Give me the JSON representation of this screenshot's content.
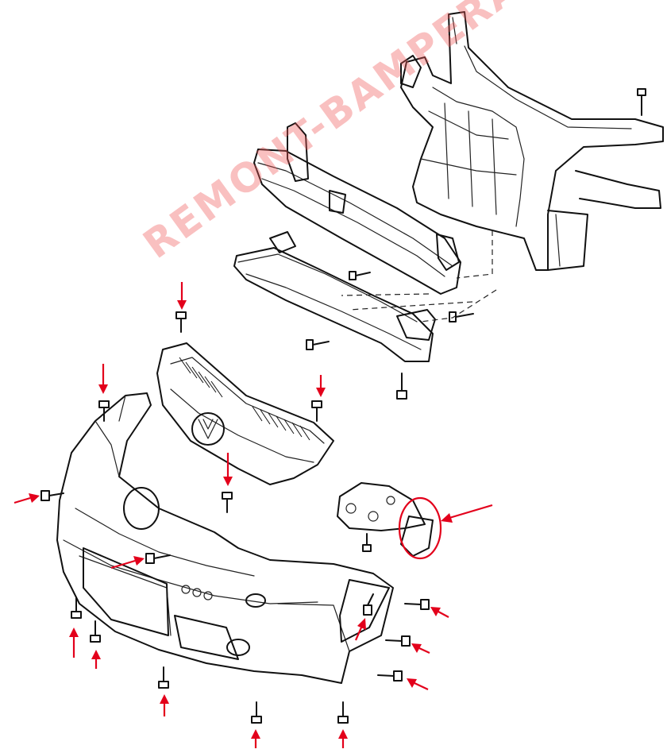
{
  "watermark": {
    "text": "REMONT-BAMPERA.COM"
  },
  "colors": {
    "arrow": "#e3001b",
    "line_art": "#111111",
    "watermark": "#f05a5a",
    "background": "#ffffff"
  },
  "fasteners": [
    {
      "id": "bolt-frame-top-right",
      "part": "bolt"
    },
    {
      "id": "bolt-absorber-left",
      "part": "bolt"
    },
    {
      "id": "bolt-absorber-right",
      "part": "bolt"
    },
    {
      "id": "bolt-absorber-lower",
      "part": "bolt"
    },
    {
      "id": "bolt-absorber-bottom",
      "part": "bolt"
    },
    {
      "id": "screw-grille-top",
      "part": "screw"
    },
    {
      "id": "screw-bumper-top-left",
      "part": "screw"
    },
    {
      "id": "screw-grille-right",
      "part": "screw"
    },
    {
      "id": "screw-grille-center",
      "part": "screw"
    },
    {
      "id": "screw-bumper-side-left",
      "part": "screw"
    },
    {
      "id": "screw-bumper-inner",
      "part": "screw"
    },
    {
      "id": "screw-bumper-bottom-1",
      "part": "screw"
    },
    {
      "id": "screw-bumper-bottom-2",
      "part": "screw"
    },
    {
      "id": "screw-bumper-bottom-3",
      "part": "screw"
    },
    {
      "id": "screw-bumper-bottom-4",
      "part": "screw"
    },
    {
      "id": "screw-bumper-bottom-5",
      "part": "screw"
    },
    {
      "id": "screw-side-1",
      "part": "screw"
    },
    {
      "id": "screw-side-2",
      "part": "screw"
    },
    {
      "id": "screw-side-3",
      "part": "screw"
    },
    {
      "id": "screw-side-4",
      "part": "screw"
    }
  ]
}
